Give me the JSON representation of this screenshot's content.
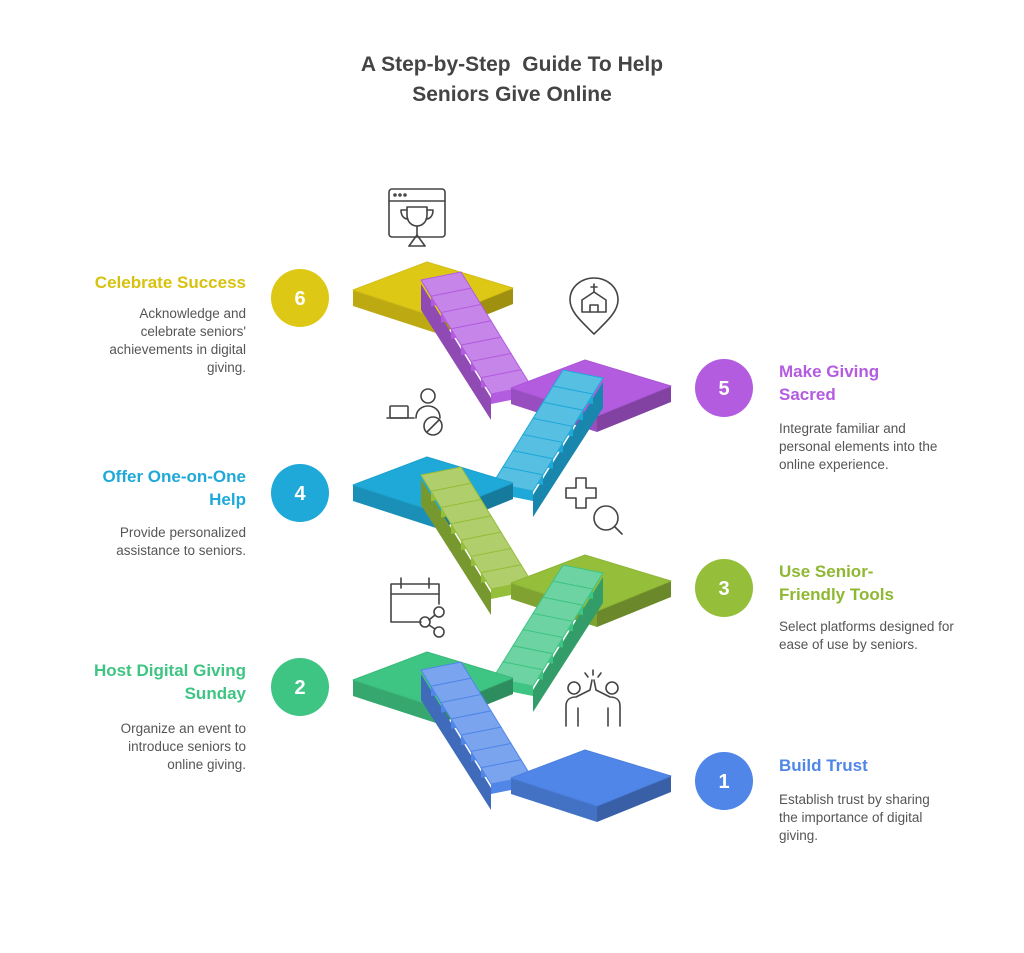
{
  "title": {
    "line1": "A Step-by-Step  Guide To Help",
    "line2": "Seniors Give Online"
  },
  "steps": [
    {
      "number": "1",
      "title": "Build Trust",
      "description": "Establish trust by sharing the importance of digital giving.",
      "color": "#4F86E8",
      "icon": "high-five-icon"
    },
    {
      "number": "2",
      "title": "Host Digital Giving Sunday",
      "description": "Organize an event to introduce seniors to online giving.",
      "color": "#3EC483",
      "icon": "calendar-share-icon"
    },
    {
      "number": "3",
      "title": "Use Senior-Friendly Tools",
      "description": "Select platforms designed for ease of use by seniors.",
      "color": "#95BE3A",
      "icon": "plus-search-icon"
    },
    {
      "number": "4",
      "title": "Offer One-on-One Help",
      "description": "Provide personalized assistance to seniors.",
      "color": "#1FA9D8",
      "icon": "person-laptop-help-icon"
    },
    {
      "number": "5",
      "title": "Make Giving Sacred",
      "description": "Integrate familiar and personal elements into the online experience.",
      "color": "#B35CE0",
      "icon": "church-pin-icon"
    },
    {
      "number": "6",
      "title": "Celebrate Success",
      "description": "Acknowledge and celebrate seniors' achievements in digital giving.",
      "color": "#DEC816",
      "icon": "trophy-window-icon"
    }
  ]
}
